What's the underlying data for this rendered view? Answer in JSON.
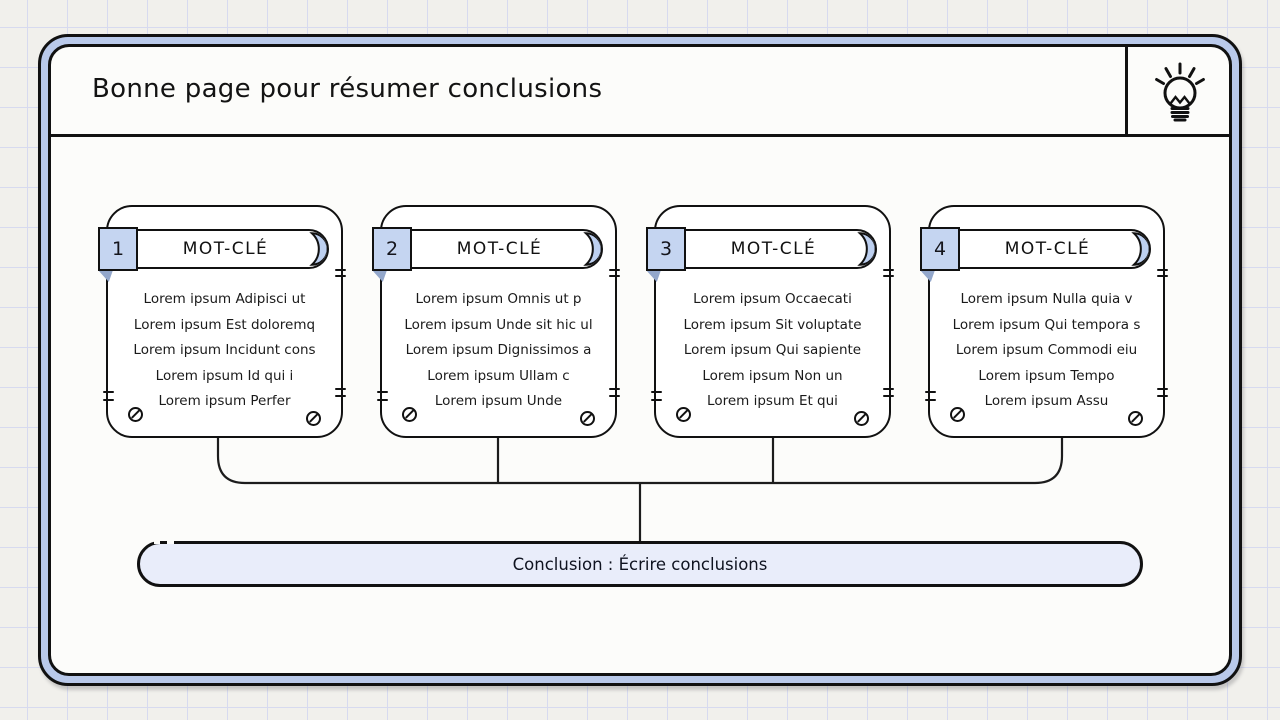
{
  "slide": {
    "title": "Bonne page pour résumer conclusions",
    "header_icon": "lightbulb"
  },
  "cards": [
    {
      "number": "1",
      "keyword": "MOT-CLÉ",
      "lines": [
        "Lorem ipsum Adipisci ut",
        "Lorem ipsum Est doloremq",
        "Lorem ipsum Incidunt cons",
        "Lorem ipsum Id qui i",
        "Lorem ipsum Perfer"
      ]
    },
    {
      "number": "2",
      "keyword": "MOT-CLÉ",
      "lines": [
        "Lorem ipsum Omnis ut p",
        "Lorem ipsum Unde sit hic ul",
        "Lorem ipsum Dignissimos a",
        "Lorem ipsum Ullam c",
        "Lorem ipsum Unde"
      ]
    },
    {
      "number": "3",
      "keyword": "MOT-CLÉ",
      "lines": [
        "Lorem ipsum Occaecati",
        "Lorem ipsum Sit voluptate",
        "Lorem ipsum Qui sapiente",
        "Lorem ipsum Non un",
        "Lorem ipsum Et qui"
      ]
    },
    {
      "number": "4",
      "keyword": "MOT-CLÉ",
      "lines": [
        "Lorem ipsum Nulla quia v",
        "Lorem ipsum Qui tempora s",
        "Lorem ipsum Commodi eiu",
        "Lorem ipsum Tempo",
        "Lorem ipsum Assu"
      ]
    }
  ],
  "conclusion": {
    "label": "Conclusion : Écrire conclusions"
  },
  "colors": {
    "panel_band_blue": "#b9c9ea",
    "tab_blue": "#c5d5f1",
    "fold_blue": "#93a7cb",
    "crescent_blue": "#bdd0f0",
    "conclusion_fill": "#e9edfa",
    "ink": "#111111",
    "paper": "#f1f0ec",
    "grid_line": "#d7daef"
  }
}
